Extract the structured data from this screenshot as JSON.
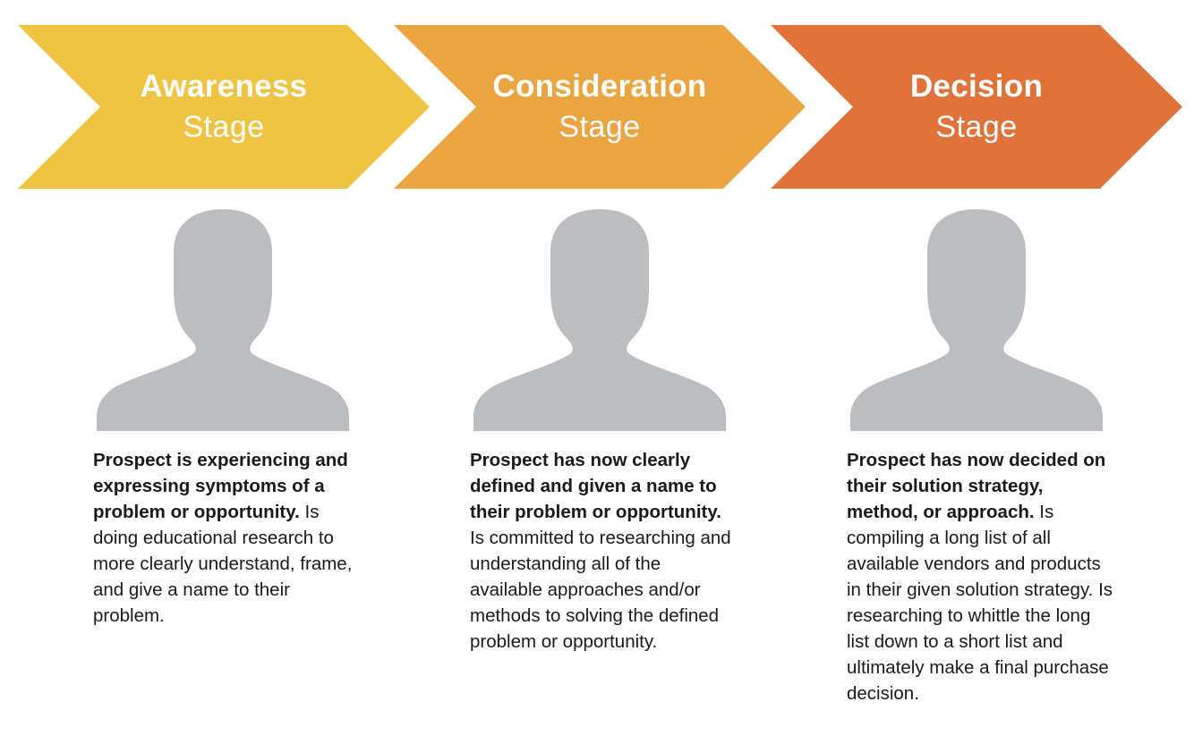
{
  "stages": [
    {
      "title": "Awareness",
      "subtitle": "Stage",
      "color": "#efc443",
      "description_bold": "Prospect is experiencing and expressing symptoms of a problem or opportunity.",
      "description_rest": " Is doing educational research to more clearly understand, frame, and give a name to their problem."
    },
    {
      "title": "Consideration",
      "subtitle": "Stage",
      "color": "#eaa540",
      "description_bold": "Prospect has now clearly defined and given a name to their problem or opportunity.",
      "description_rest": " Is committed to researching and understanding all of the available approaches and/or methods to solving the defined problem or opportunity."
    },
    {
      "title": "Decision",
      "subtitle": "Stage",
      "color": "#e0733a",
      "description_bold": "Prospect has now decided on their solution strategy, method, or approach.",
      "description_rest": " Is compiling a long list of all available vendors and products in their given solution strategy. Is researching to whittle the long list down to a short list and ultimately make a final purchase decision."
    }
  ],
  "avatar_icon": "person-silhouette-icon",
  "avatar_color": "#bcbdc0"
}
